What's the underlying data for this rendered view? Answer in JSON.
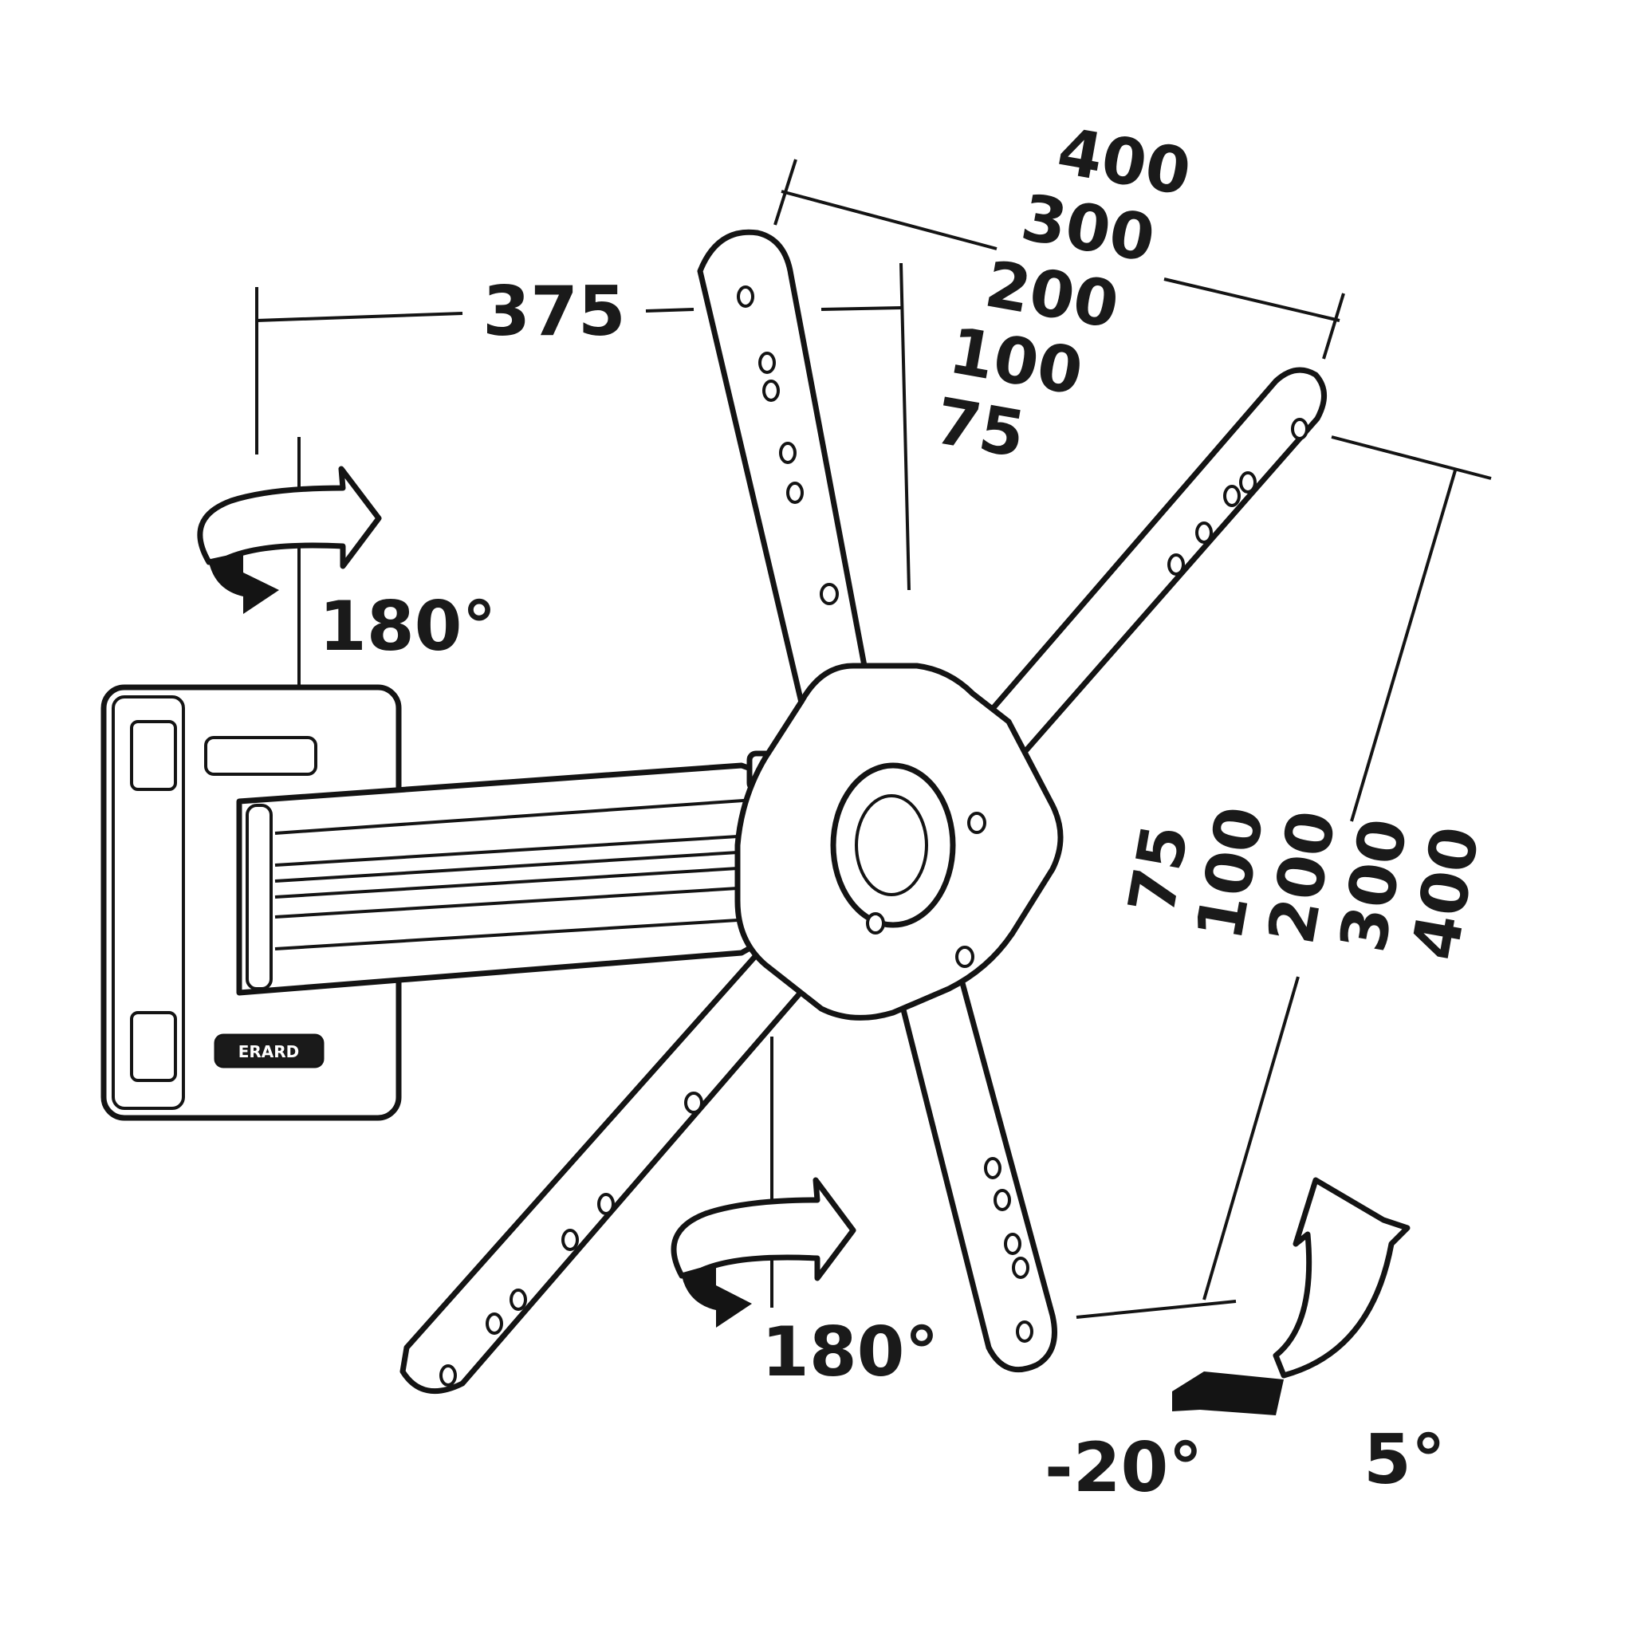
{
  "dimensions": {
    "arm_extension": "375",
    "vesa_horizontal": [
      "400",
      "300",
      "200",
      "100",
      "75"
    ],
    "vesa_vertical": [
      "75",
      "100",
      "200",
      "300",
      "400"
    ]
  },
  "rotations": {
    "wall_swivel": "180°",
    "head_swivel": "180°",
    "tilt_down": "-20°",
    "tilt_up": "5°"
  },
  "brand": "ERARD",
  "colors": {
    "ink": "#141414",
    "background": "#ffffff"
  }
}
